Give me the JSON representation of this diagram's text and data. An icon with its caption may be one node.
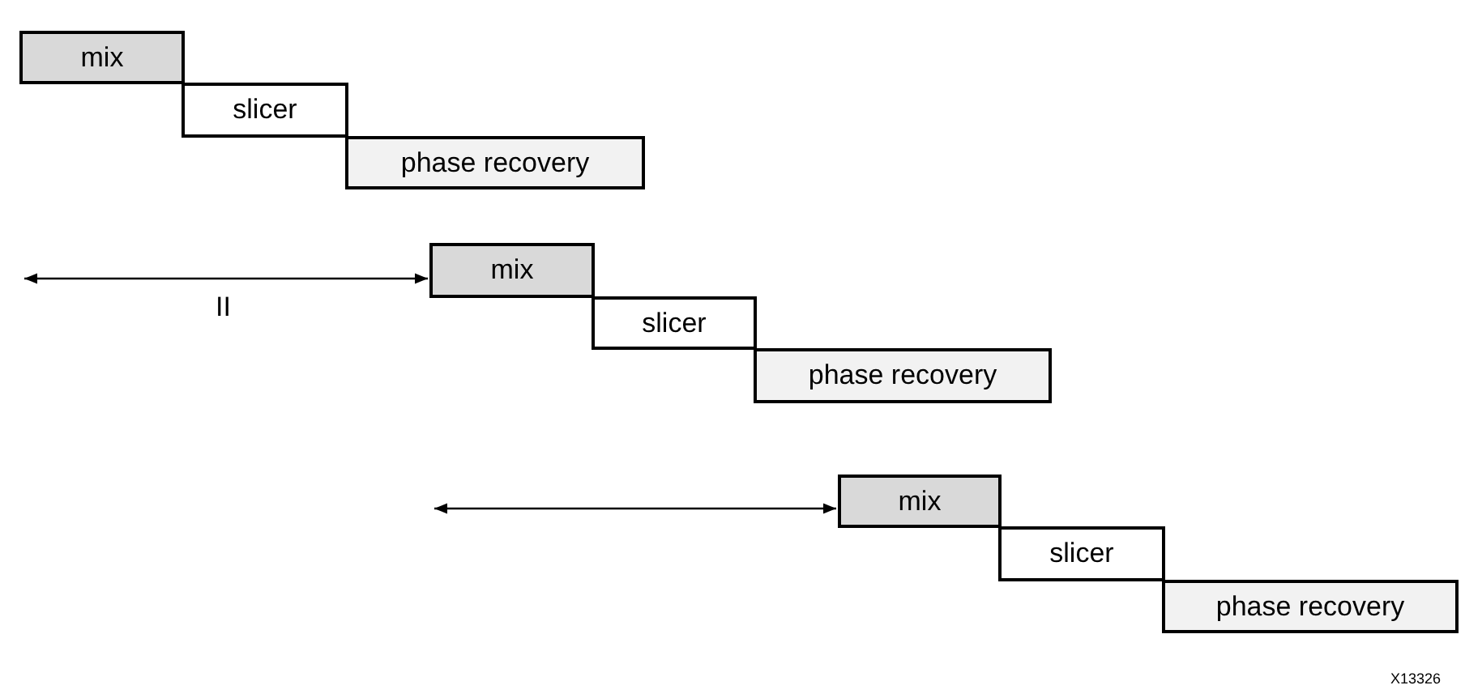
{
  "diagram": {
    "nodes": [
      {
        "text": [
          "mix"
        ]
      },
      {
        "text": [
          "slicer"
        ]
      },
      {
        "text": [
          "phase recovery"
        ]
      },
      {
        "text": [
          "mix"
        ]
      },
      {
        "text": [
          "slicer"
        ]
      },
      {
        "text": [
          "phase recovery"
        ]
      },
      {
        "text": [
          "mix"
        ]
      },
      {
        "text": [
          "slicer"
        ]
      },
      {
        "text": [
          "phase recovery"
        ]
      }
    ],
    "labels": [
      "II",
      "X13326"
    ]
  }
}
